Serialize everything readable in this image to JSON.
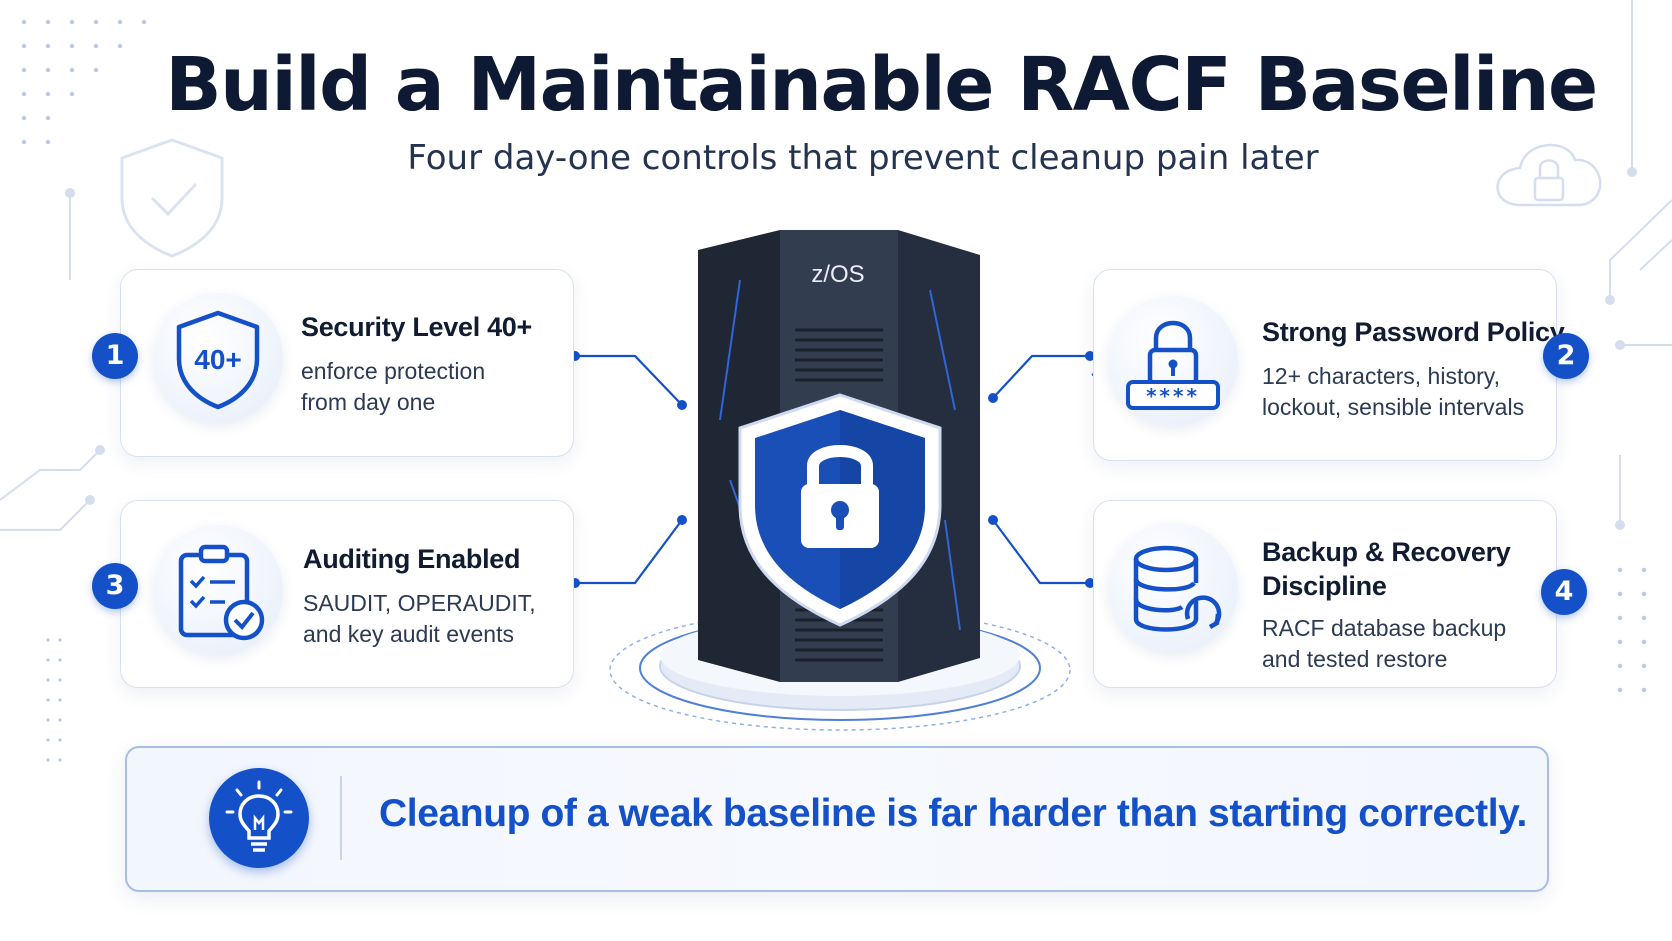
{
  "header": {
    "title": "Build a Maintainable RACF Baseline",
    "subtitle": "Four day-one controls that prevent cleanup pain later"
  },
  "center": {
    "server_label": "z/OS",
    "icon": "shield-lock-icon"
  },
  "controls": [
    {
      "number": "1",
      "icon": "shield-40-icon",
      "icon_text": "40+",
      "title": "Security Level 40+",
      "desc": [
        "enforce protection",
        "from day one"
      ]
    },
    {
      "number": "2",
      "icon": "lock-password-icon",
      "icon_text": "****",
      "title": "Strong Password Policy",
      "desc": [
        "12+ characters, history,",
        "lockout, sensible intervals"
      ]
    },
    {
      "number": "3",
      "icon": "clipboard-check-icon",
      "title": "Auditing Enabled",
      "desc": [
        "SAUDIT, OPERAUDIT,",
        "and key audit events"
      ]
    },
    {
      "number": "4",
      "icon": "database-restore-icon",
      "title": [
        "Backup & Recovery",
        "Discipline"
      ],
      "desc": [
        "RACF database backup",
        "and tested restore"
      ]
    }
  ],
  "banner": {
    "icon": "lightbulb-icon",
    "text": "Cleanup of a weak baseline is far harder than starting correctly."
  },
  "colors": {
    "accent": "#1451c9",
    "title": "#0e1a33",
    "server": "#2c3546",
    "card_border": "#d9e1ef"
  }
}
